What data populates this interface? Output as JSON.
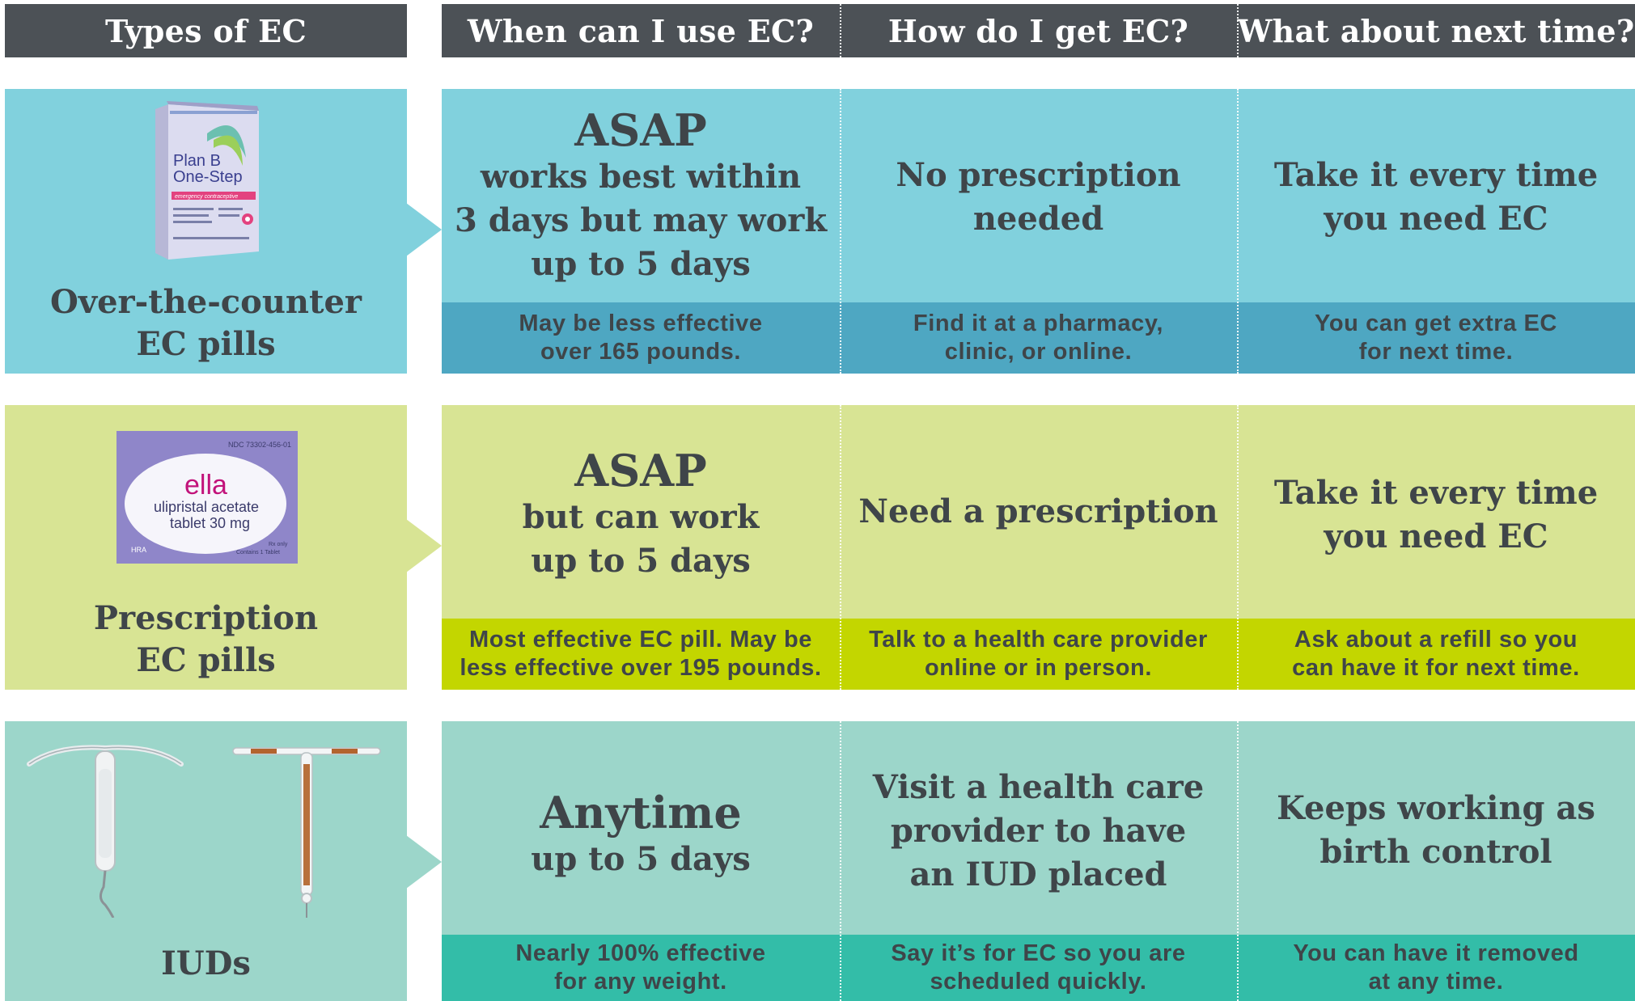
{
  "headers": {
    "types": "Types of EC",
    "when": "When can I use EC?",
    "how": "How do I get EC?",
    "next": "What about next time?"
  },
  "colors": {
    "header_bg": "#4c5156",
    "row1_top": "#81d1dd",
    "row1_bottom": "#4ea7c2",
    "row2_top": "#d8e494",
    "row2_bottom": "#c3d600",
    "row3_top": "#9cd6ca",
    "row3_bottom": "#33bda8",
    "text_dark": "#3f4549"
  },
  "rows": [
    {
      "type_label": [
        "Over-the-counter",
        "EC pills"
      ],
      "product": {
        "brand_line1": "Plan B",
        "brand_line2": "One-Step",
        "sub": "emergency contraceptive",
        "icon": "plan-b-box-icon"
      },
      "when_top": [
        "ASAP",
        "works best within",
        "3 days but may work",
        "up to 5 days"
      ],
      "when_bottom": [
        "May be less effective",
        "over 165 pounds."
      ],
      "how_top": [
        "No prescription",
        "needed"
      ],
      "how_bottom": [
        "Find it at a pharmacy,",
        "clinic, or online."
      ],
      "next_top": [
        "Take it every time",
        "you need EC"
      ],
      "next_bottom": [
        "You can get extra EC",
        "for next time."
      ]
    },
    {
      "type_label": [
        "Prescription",
        "EC pills"
      ],
      "product": {
        "ndc": "NDC 73302-456-01",
        "brand": "ella",
        "line1": "ulipristal acetate",
        "line2": "tablet 30 mg",
        "rx": "Rx only",
        "contains": "Contains 1 Tablet",
        "maker": "HRA",
        "icon": "ella-box-icon"
      },
      "when_top": [
        "ASAP",
        "but can work",
        "up to 5 days"
      ],
      "when_bottom": [
        "Most effective EC pill. May be",
        "less effective over 195 pounds."
      ],
      "how_top": [
        "Need a prescription"
      ],
      "how_bottom": [
        "Talk to a health care provider",
        "online or in person."
      ],
      "next_top": [
        "Take it every time",
        "you need EC"
      ],
      "next_bottom": [
        "Ask about a refill so you",
        "can have it for next time."
      ]
    },
    {
      "type_label": [
        "IUDs"
      ],
      "product": {
        "icon_left": "hormonal-iud-icon",
        "icon_right": "copper-iud-icon"
      },
      "when_top": [
        "Anytime",
        "up to 5 days"
      ],
      "when_bottom": [
        "Nearly 100% effective",
        "for any weight."
      ],
      "how_top": [
        "Visit a health care",
        "provider to have",
        "an IUD placed"
      ],
      "how_bottom": [
        "Say it’s for EC so you are",
        "scheduled quickly."
      ],
      "next_top": [
        "Keeps working as",
        "birth control"
      ],
      "next_bottom": [
        "You can have it removed",
        "at any time."
      ]
    }
  ]
}
